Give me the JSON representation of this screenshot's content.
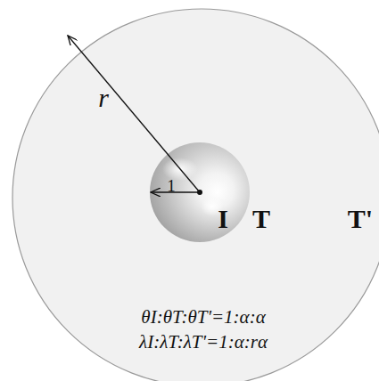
{
  "diagram": {
    "labels": [
      "r",
      "1",
      "I",
      "T",
      "T'",
      "θI:θT:θT'=1:α:α",
      "λI:λT:λT'=1:α:rα"
    ]
  }
}
